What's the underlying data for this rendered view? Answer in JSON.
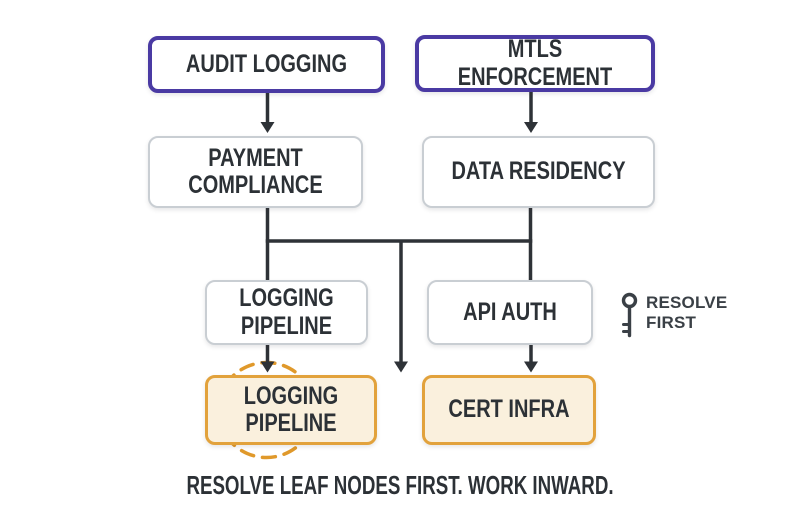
{
  "diagram": {
    "nodes": {
      "audit_logging": "AUDIT LOGGING",
      "mtls_enforcement": "MTLS ENFORCEMENT",
      "payment_compliance": "PAYMENT COMPLIANCE",
      "data_residency": "DATA RESIDENCY",
      "logging_pipeline_mid": "LOGGING PIPELINE",
      "api_auth": "API AUTH",
      "logging_pipeline_leaf": "LOGGING PIPELINE",
      "cert_infra": "CERT INFRA"
    },
    "annotation": {
      "icon": "key-icon",
      "line1": "RESOLVE",
      "line2": "FIRST"
    },
    "caption": "RESOLVE LEAF NODES FIRST. WORK INWARD.",
    "colors": {
      "root_node_border": "#4a3aa3",
      "mid_node_border": "#c9ced3",
      "leaf_node_border": "#e2a23c",
      "leaf_node_fill": "#faf0dd",
      "highlight_dash": "#e0992b",
      "connector": "#2e3237",
      "text": "#2c3136",
      "background": "#ffffff"
    }
  }
}
